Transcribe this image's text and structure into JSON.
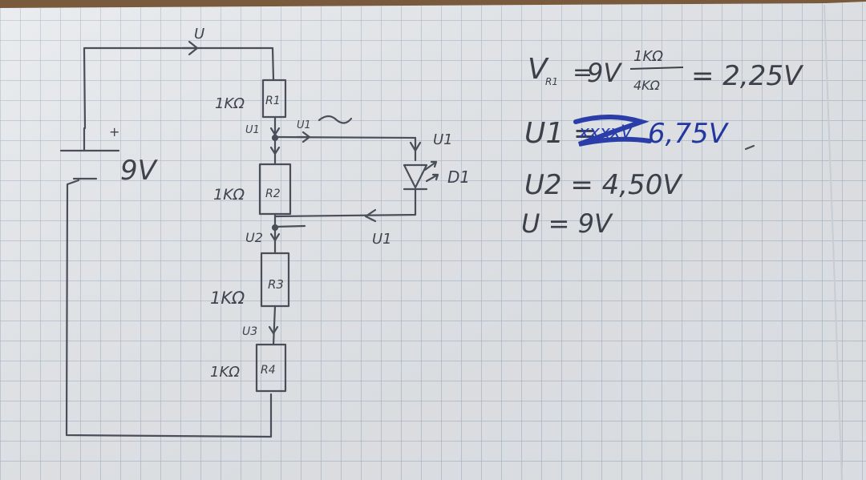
{
  "circuit": {
    "current_label": "U",
    "battery": {
      "plus_sign": "+",
      "voltage": "9V"
    },
    "resistors": [
      {
        "value": "1KΩ",
        "name": "R1"
      },
      {
        "value": "1KΩ",
        "name": "R2"
      },
      {
        "value": "1KΩ",
        "name": "R3"
      },
      {
        "value": "1KΩ",
        "name": "R4"
      }
    ],
    "node_labels": {
      "u1": "U1",
      "u2": "U2",
      "u3": "U3"
    },
    "branch_labels": {
      "top_arrow": "U1",
      "led_top": "U1",
      "bottom_arrow": "U1"
    },
    "diode": {
      "name": "D1"
    }
  },
  "equations": {
    "ur1": {
      "lhs": "V",
      "lhs_sub": "R1",
      "eq": "=",
      "src": "9V",
      "num": "1KΩ",
      "den": "4KΩ",
      "result": "= 2,25V"
    },
    "u1": {
      "lhs": "U1 =",
      "crossed": "xxxxV",
      "result": "6,75V"
    },
    "u2": "U2 = 4,50V",
    "u": "U = 9V"
  },
  "colors": {
    "pencil": "#4a4e58",
    "blue_ink": "#2a3da8",
    "grid": "#9fb6cc",
    "paper": "#e9ecef"
  }
}
